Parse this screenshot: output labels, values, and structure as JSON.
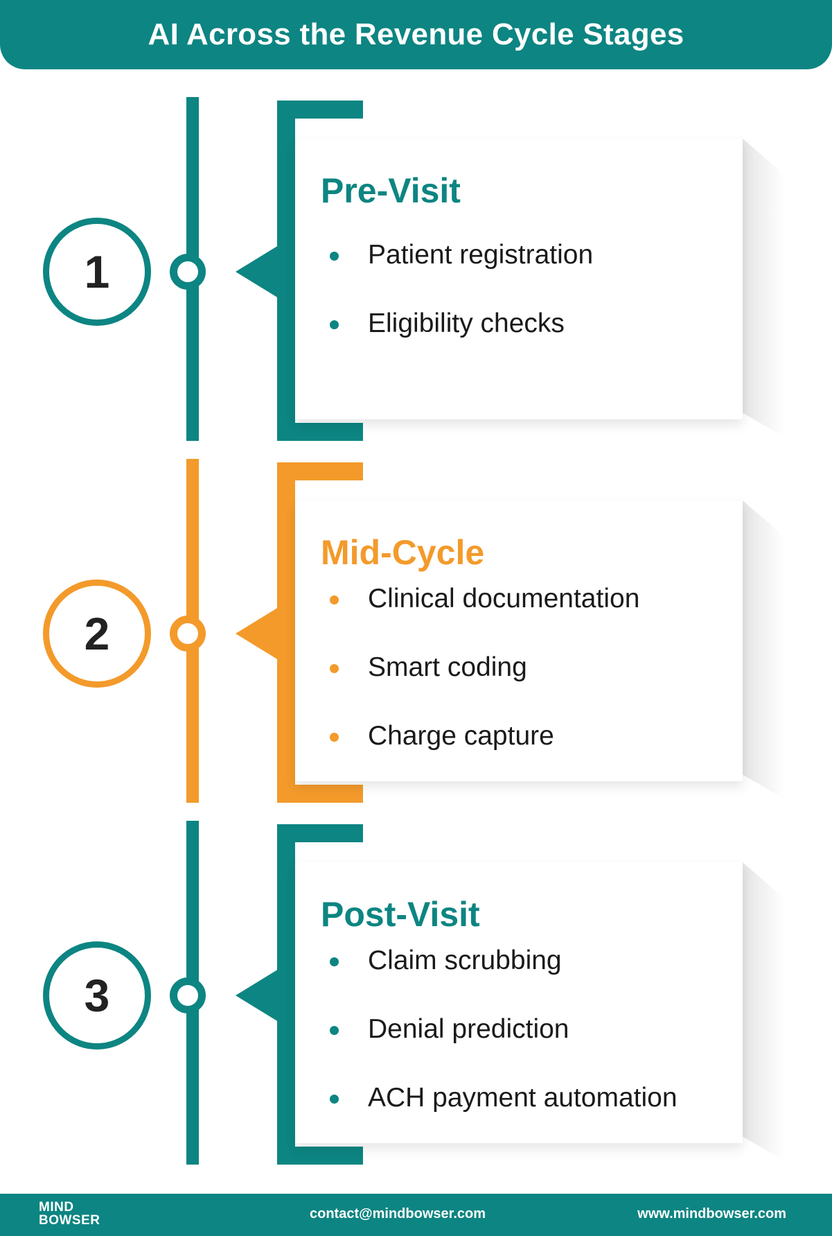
{
  "header": {
    "title": "AI Across the Revenue Cycle Stages"
  },
  "stages": [
    {
      "number": "1",
      "title": "Pre-Visit",
      "color": "#0d8582",
      "items": [
        "Patient registration",
        "Eligibility checks"
      ]
    },
    {
      "number": "2",
      "title": "Mid-Cycle",
      "color": "#f39a2b",
      "items": [
        "Clinical documentation",
        "Smart coding",
        "Charge capture"
      ]
    },
    {
      "number": "3",
      "title": "Post-Visit",
      "color": "#0d8582",
      "items": [
        "Claim scrubbing",
        "Denial prediction",
        "ACH payment automation"
      ]
    }
  ],
  "footer": {
    "logo_line1": "MIND",
    "logo_line2": "BOWSER",
    "email": "contact@mindbowser.com",
    "website": "www.mindbowser.com"
  }
}
